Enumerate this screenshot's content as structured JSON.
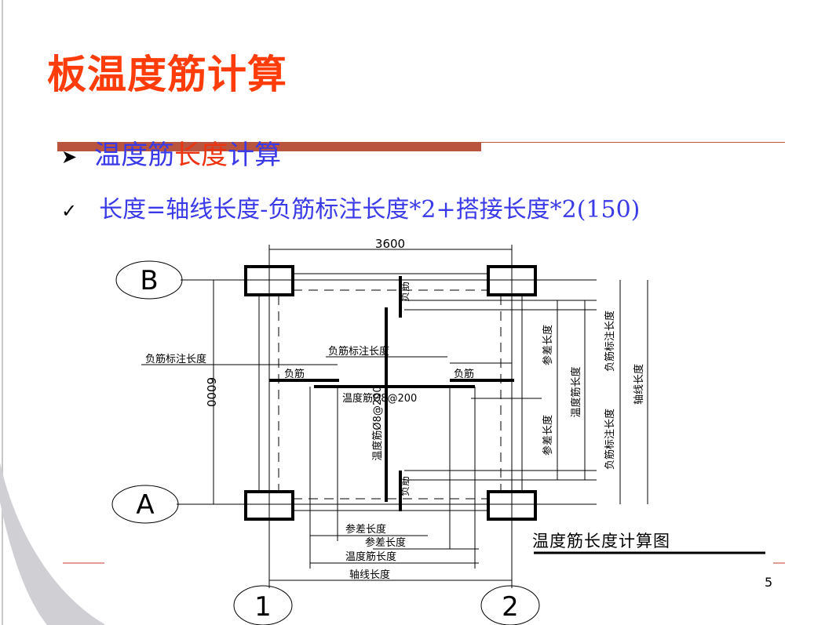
{
  "slide": {
    "title": "板温度筋计算",
    "subtitle_part1": "温度筋",
    "subtitle_part2": "长度",
    "subtitle_part3": "计算",
    "formula": "长度=轴线长度-负筋标注长度*2+搭接长度*2(150)",
    "page_number": "5",
    "colors": {
      "title": "#ff3c0a",
      "text": "#3a3ae8",
      "accent_bar": "#b9553f"
    }
  },
  "diagram": {
    "axis_B": "B",
    "axis_A": "A",
    "axis_1": "1",
    "axis_2": "2",
    "dim_horizontal": "3600",
    "dim_vertical": "6000",
    "neg_bar_label_left": "负筋标注长度",
    "neg_bar_label_mid": "负筋标注长度",
    "neg_bar_left": "负筋",
    "neg_bar_right": "负筋",
    "neg_bar_top": "负筋",
    "neg_bar_bottom": "负筋",
    "temp_bar_h": "温度筋Ø8@200",
    "temp_bar_v": "温度筋Ø8@200",
    "right_overlap_top": "参差长度",
    "right_overlap_bottom": "参差长度",
    "right_temp_length": "温度筋长度",
    "right_neg_top": "负筋标注长度",
    "right_neg_bottom": "负筋标注长度",
    "right_axis_length": "轴线长度",
    "bottom_overlap_1": "参差长度",
    "bottom_overlap_2": "参差长度",
    "bottom_temp_length": "温度筋长度",
    "bottom_axis_length": "轴线长度",
    "caption": "温度筋长度计算图"
  }
}
